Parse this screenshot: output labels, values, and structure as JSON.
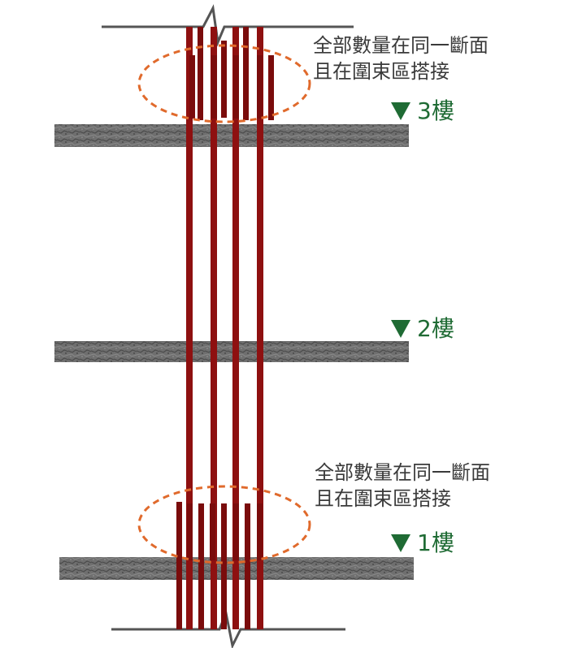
{
  "colors": {
    "rebar": "#8e1010",
    "rebar_dark": "#6a0a0a",
    "lap_zone_outline": "#e06a2c",
    "slab_fill": "#6f6f6f",
    "slab_texture": "#4a4a4a",
    "break_line": "#555555",
    "note_text": "#3a3a3a",
    "floor_label": "#1f6b34",
    "background": "#ffffff"
  },
  "icons": {
    "floor_marker": "down-triangle-icon",
    "break_line": "break-symbol"
  },
  "lap_notes": [
    {
      "lines": [
        "全部數量在同一斷面",
        "且在圍束區搭接"
      ]
    },
    {
      "lines": [
        "全部數量在同一斷面",
        "且在圍束區搭接"
      ]
    }
  ],
  "floors": [
    {
      "label": "3樓"
    },
    {
      "label": "2樓"
    },
    {
      "label": "1樓"
    }
  ]
}
